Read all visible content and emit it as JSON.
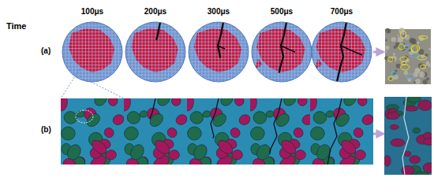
{
  "diagram": {
    "labels": [
      "Time",
      "100μs",
      "200μs",
      "300μs",
      "500μs",
      "700μs",
      "(a)",
      "(b)"
    ]
  }
}
